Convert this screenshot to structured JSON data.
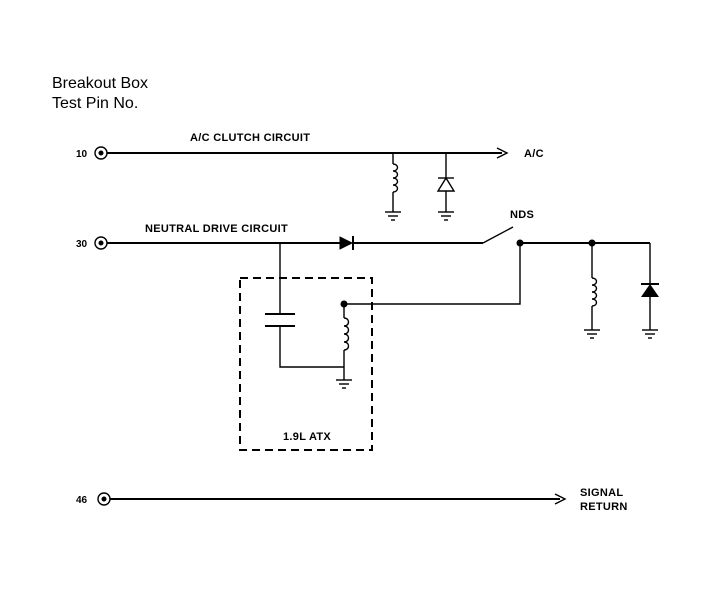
{
  "header": {
    "title_line1": "Breakout Box",
    "title_line2": "Test Pin No."
  },
  "pins": {
    "pin10": "10",
    "pin30": "30",
    "pin46": "46"
  },
  "labels": {
    "ac_clutch_circuit": "A/C CLUTCH CIRCUIT",
    "ac": "A/C",
    "neutral_drive_circuit": "NEUTRAL DRIVE CIRCUIT",
    "nds": "NDS",
    "module": "1.9L ATX",
    "signal": "SIGNAL",
    "return": "RETURN"
  }
}
